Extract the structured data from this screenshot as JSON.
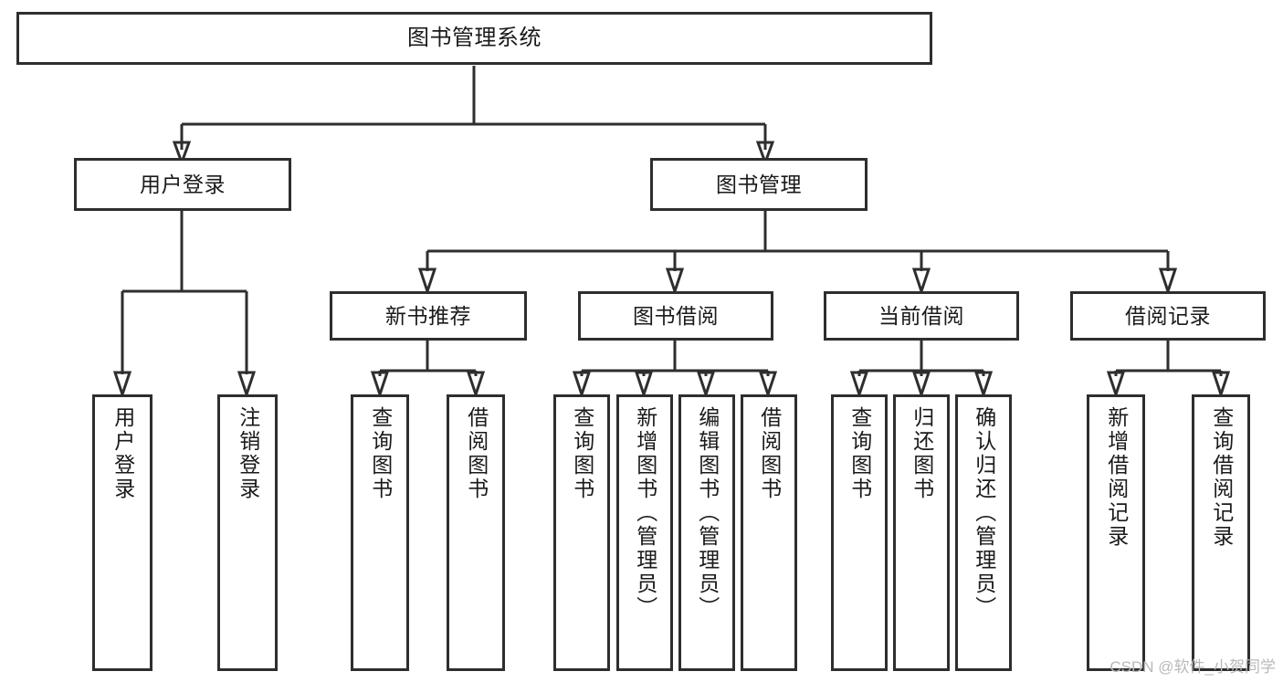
{
  "diagram": {
    "title": "图书管理系统",
    "type": "tree-hierarchy-diagram",
    "colors": {
      "stroke": "#2e2e2e",
      "fill": "#ffffff",
      "text": "#1a1a1a",
      "watermark": "#b9b9b9"
    },
    "root": {
      "label": "图书管理系统"
    },
    "level1": [
      {
        "label": "用户登录"
      },
      {
        "label": "图书管理"
      }
    ],
    "level2": [
      {
        "label": "新书推荐"
      },
      {
        "label": "图书借阅"
      },
      {
        "label": "当前借阅"
      },
      {
        "label": "借阅记录"
      }
    ],
    "leaves": {
      "user_login": [
        {
          "label": "用户登录"
        },
        {
          "label": "注销登录"
        }
      ],
      "new_book_recommend": [
        {
          "label": "查询图书"
        },
        {
          "label": "借阅图书"
        }
      ],
      "book_borrow": [
        {
          "label": "查询图书"
        },
        {
          "label": "新增图书（管理员）"
        },
        {
          "label": "编辑图书（管理员）"
        },
        {
          "label": "借阅图书"
        }
      ],
      "current_borrow": [
        {
          "label": "查询图书"
        },
        {
          "label": "归还图书"
        },
        {
          "label": "确认归还（管理员）"
        }
      ],
      "borrow_record": [
        {
          "label": "新增借阅记录"
        },
        {
          "label": "查询借阅记录"
        }
      ]
    }
  },
  "watermark": {
    "text": "CSDN @软件_小贺同学"
  }
}
